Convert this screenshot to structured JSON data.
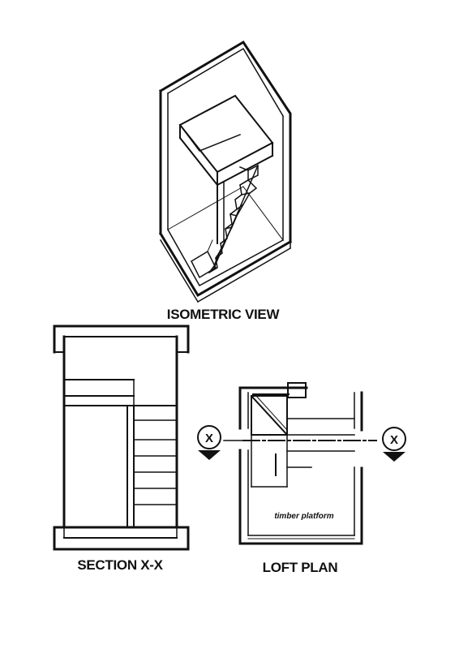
{
  "labels": {
    "isometric_view": "ISOMETRIC VIEW",
    "section": "SECTION X-X",
    "loft_plan": "LOFT PLAN",
    "timber_platform": "timber platform",
    "section_marker_left": "X",
    "section_marker_right": "X"
  },
  "colors": {
    "line": "#111111",
    "background": "#ffffff"
  }
}
